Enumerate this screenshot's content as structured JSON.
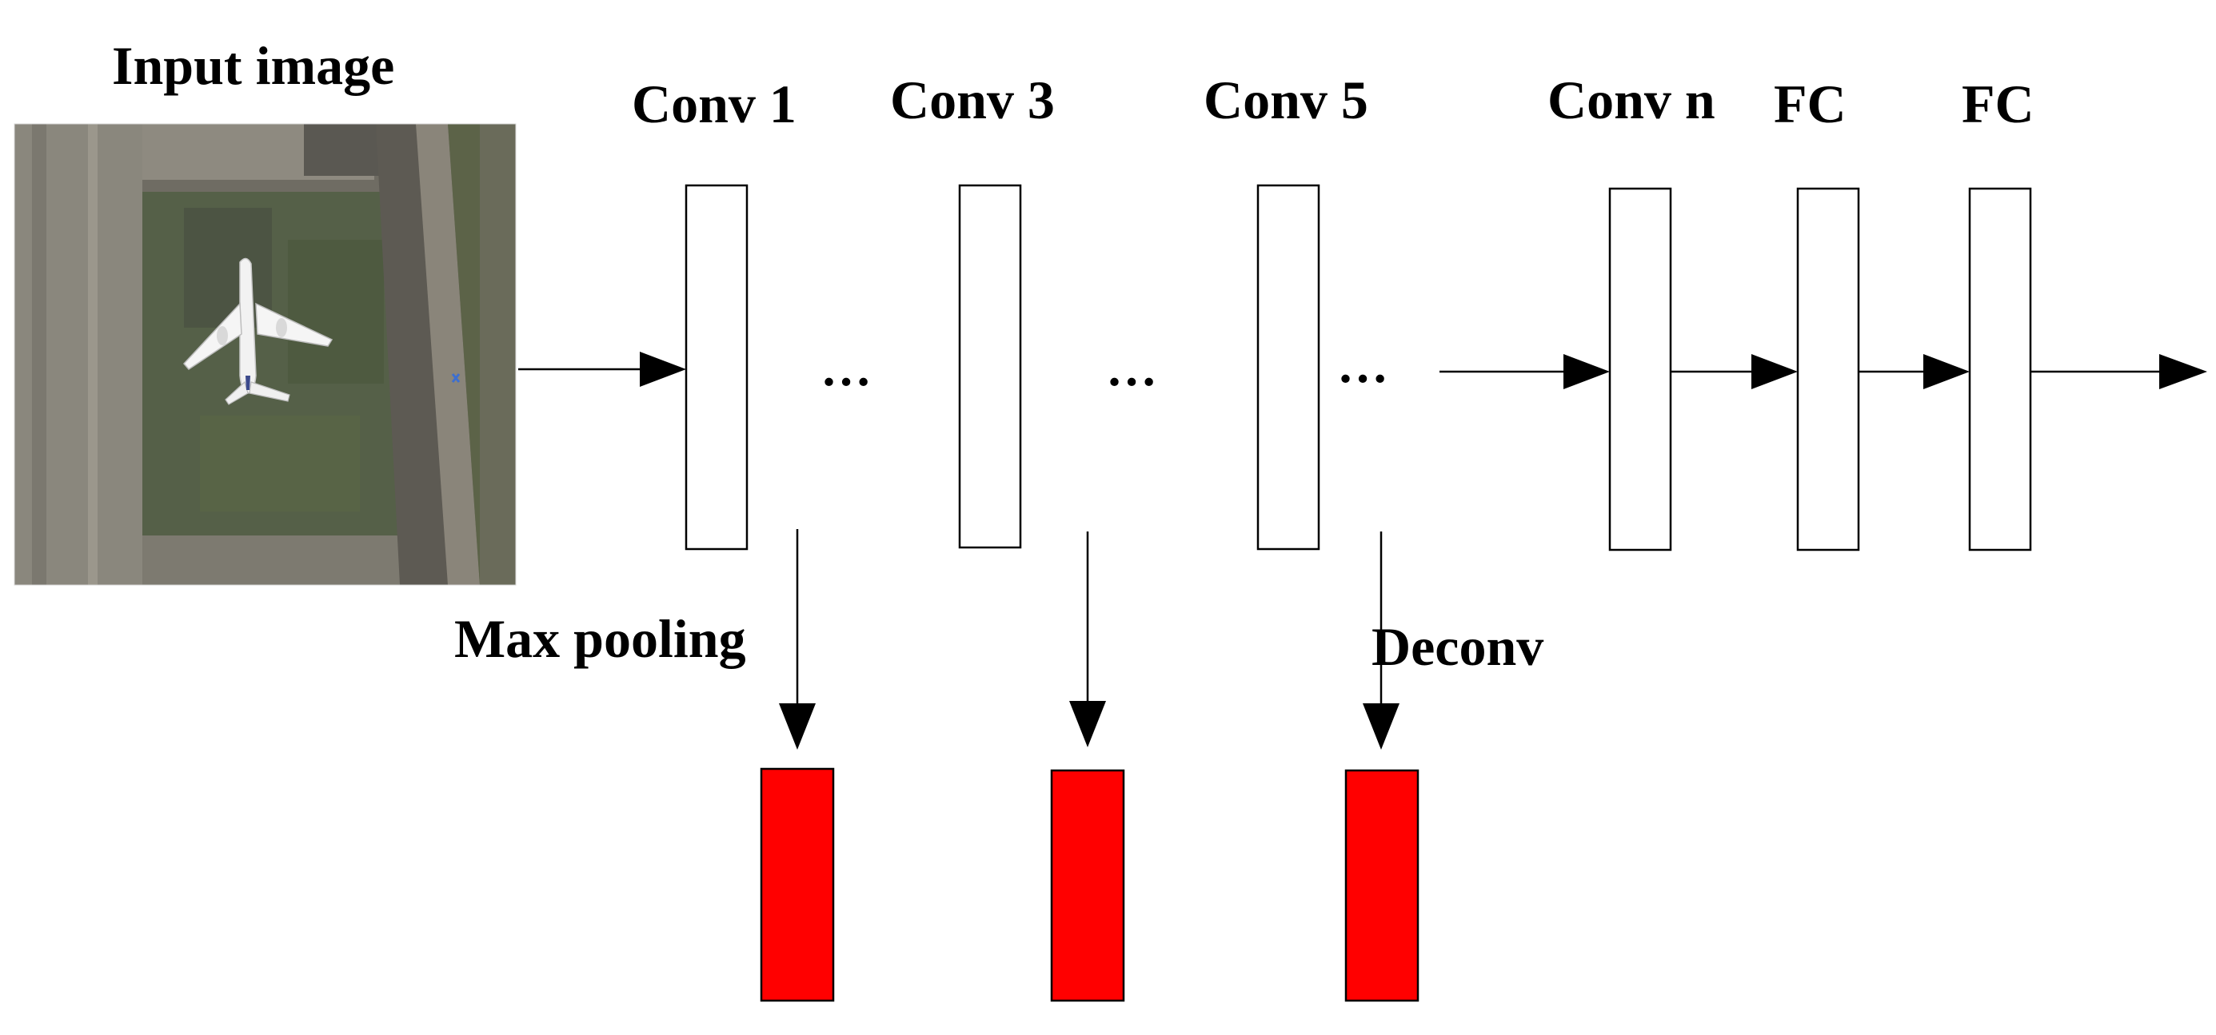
{
  "labels": {
    "input_image": "Input image",
    "conv1": "Conv 1",
    "conv3": "Conv 3",
    "conv5": "Conv 5",
    "convn": "Conv n",
    "fc1": "FC",
    "fc2": "FC",
    "max_pooling": "Max pooling",
    "deconv": "Deconv",
    "ellipsis": "…"
  },
  "colors": {
    "layer_box": "#ffffff",
    "side_branch_box": "#ff0000",
    "stroke": "#000000"
  },
  "input_image": {
    "subject": "aerial photo of an airplane on a grass area next to a taxiway"
  }
}
